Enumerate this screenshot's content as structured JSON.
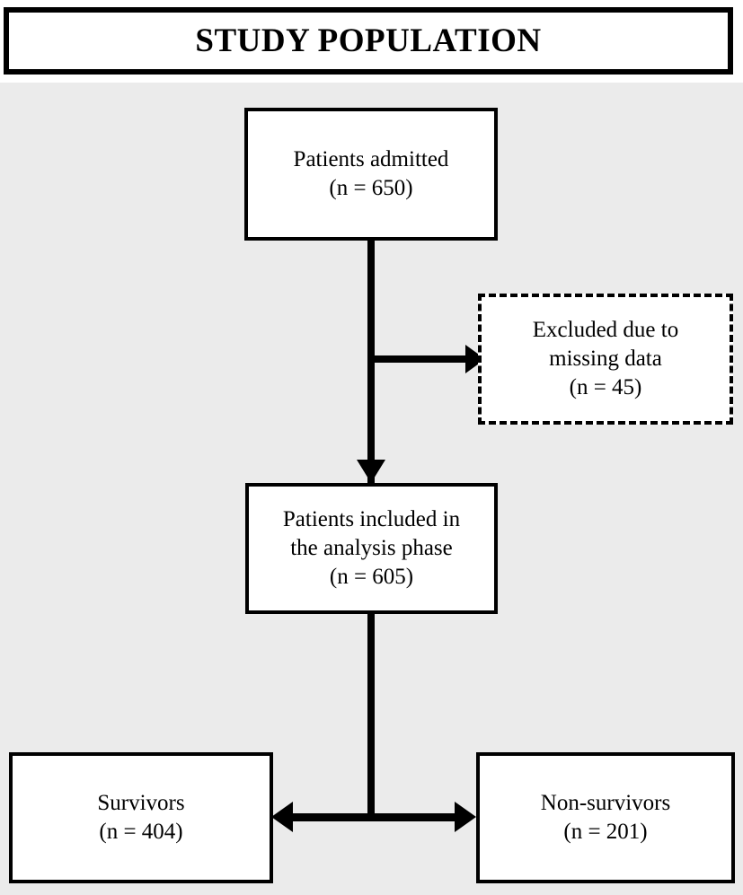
{
  "title": {
    "text": "STUDY POPULATION"
  },
  "colors": {
    "background": "#ffffff",
    "canvas": "#ebebeb",
    "stroke": "#000000",
    "node_fill": "#ffffff"
  },
  "chart_data": {
    "type": "diagram",
    "title": "STUDY POPULATION",
    "diagram_kind": "flowchart",
    "nodes": [
      {
        "id": "admitted",
        "label": "Patients admitted",
        "count_label": "(n = 650)",
        "n": 650,
        "border": "solid"
      },
      {
        "id": "excluded",
        "label_line1": "Excluded due to",
        "label_line2": "missing data",
        "count_label": "(n = 45)",
        "n": 45,
        "border": "dashed"
      },
      {
        "id": "included",
        "label_line1": "Patients included in",
        "label_line2": "the analysis phase",
        "count_label": "(n = 605)",
        "n": 605,
        "border": "solid"
      },
      {
        "id": "survivors",
        "label": "Survivors",
        "count_label": "(n = 404)",
        "n": 404,
        "border": "solid"
      },
      {
        "id": "non_survivors",
        "label": "Non-survivors",
        "count_label": "(n = 201)",
        "n": 201,
        "border": "solid"
      }
    ],
    "edges": [
      {
        "from": "admitted",
        "to": "excluded",
        "style": "arrow-right"
      },
      {
        "from": "admitted",
        "to": "included",
        "style": "arrow-down"
      },
      {
        "from": "included",
        "to": "survivors",
        "style": "arrow-left"
      },
      {
        "from": "included",
        "to": "non_survivors",
        "style": "arrow-right"
      }
    ]
  },
  "flow": {
    "admitted": {
      "line1": "Patients admitted",
      "line2": "(n = 650)"
    },
    "excluded": {
      "line1": "Excluded due to",
      "line2": "missing data",
      "line3": "(n = 45)"
    },
    "included": {
      "line1": "Patients included in",
      "line2": "the analysis phase",
      "line3": "(n = 605)"
    },
    "survivors": {
      "line1": "Survivors",
      "line2": "(n = 404)"
    },
    "non_survivors": {
      "line1": "Non-survivors",
      "line2": "(n = 201)"
    }
  }
}
